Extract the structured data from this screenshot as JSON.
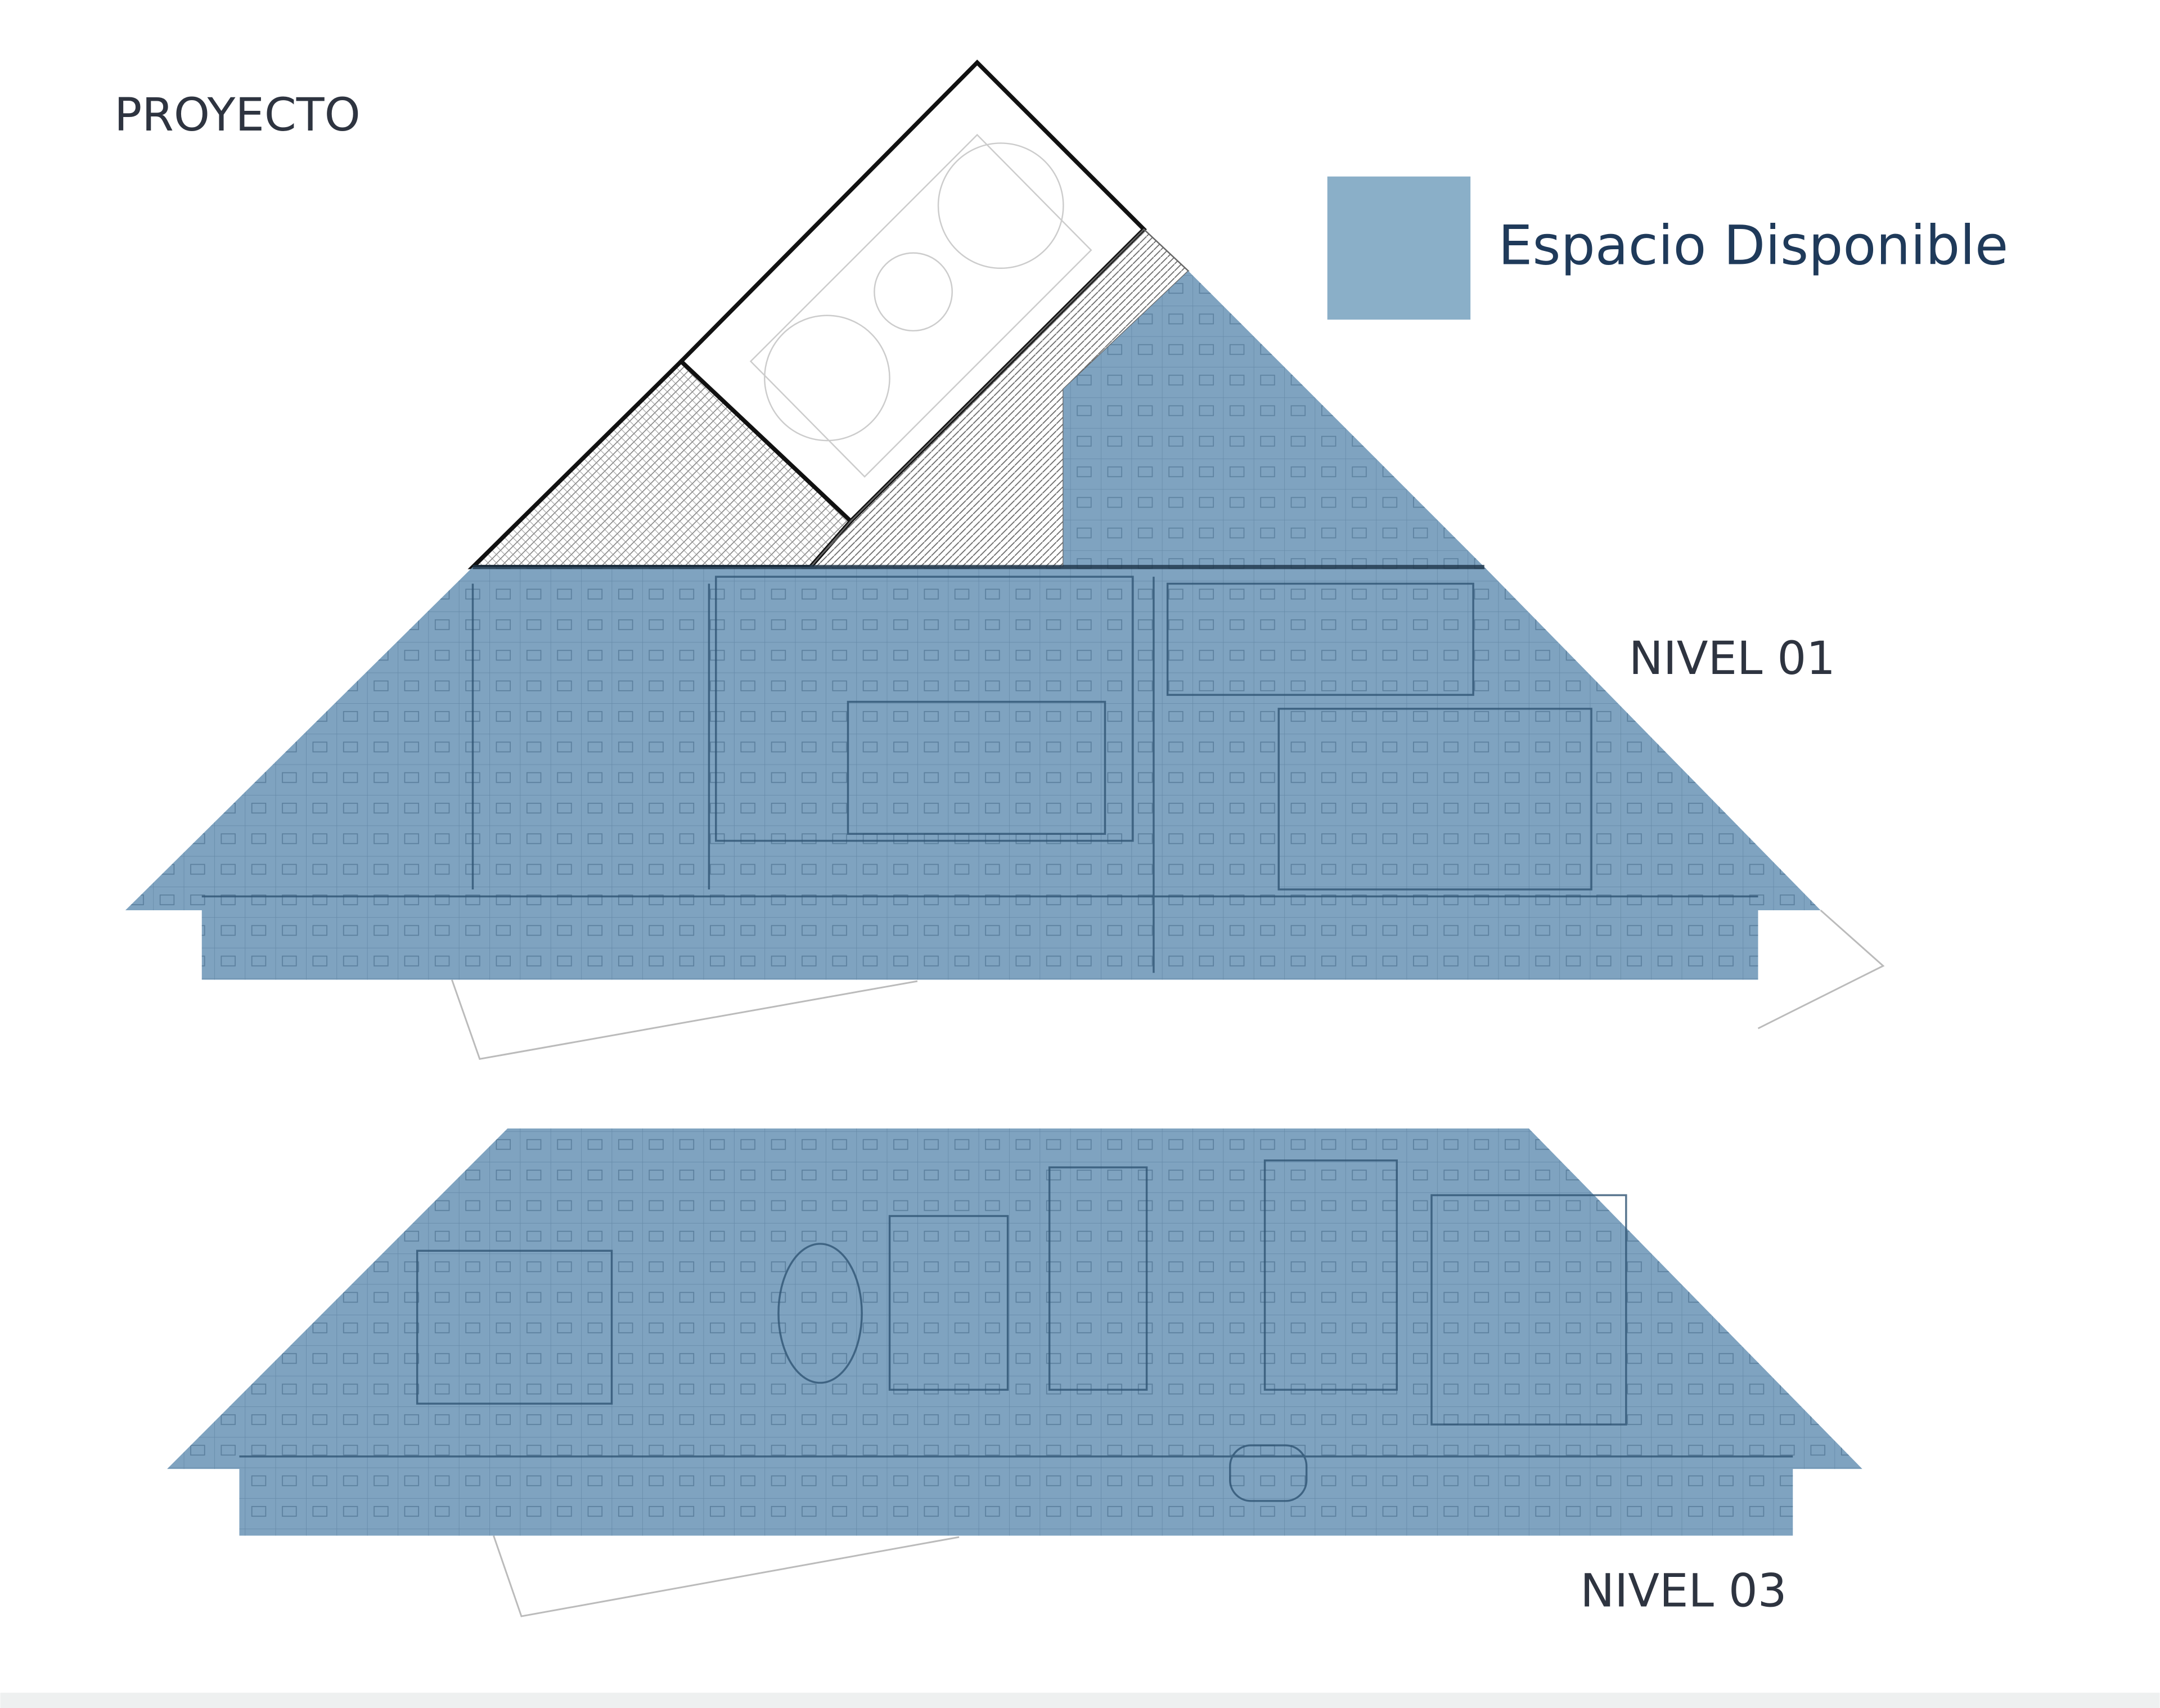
{
  "title": "PROYECTO",
  "legend": {
    "label": "Espacio Disponible",
    "color": "#8aafc8"
  },
  "levels": [
    {
      "label": "NIVEL 01"
    },
    {
      "label": "NIVEL 03"
    }
  ],
  "colors": {
    "available": "#7fa3c0",
    "plan_lines": "#3d6282",
    "footer": "#eef0f0"
  }
}
